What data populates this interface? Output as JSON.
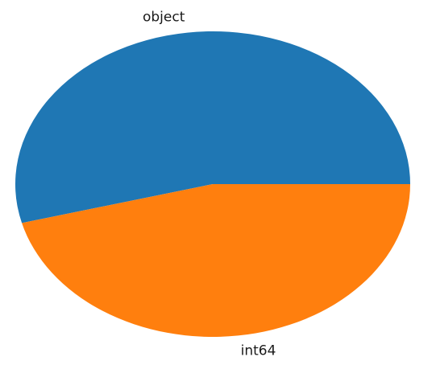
{
  "chart_data": {
    "type": "pie",
    "categories": [
      "object",
      "int64"
    ],
    "values": [
      54.1,
      45.9
    ],
    "colors": [
      "#1f77b4",
      "#ff7f0e"
    ],
    "start_angle_deg": 0,
    "direction": "counterclockwise"
  }
}
